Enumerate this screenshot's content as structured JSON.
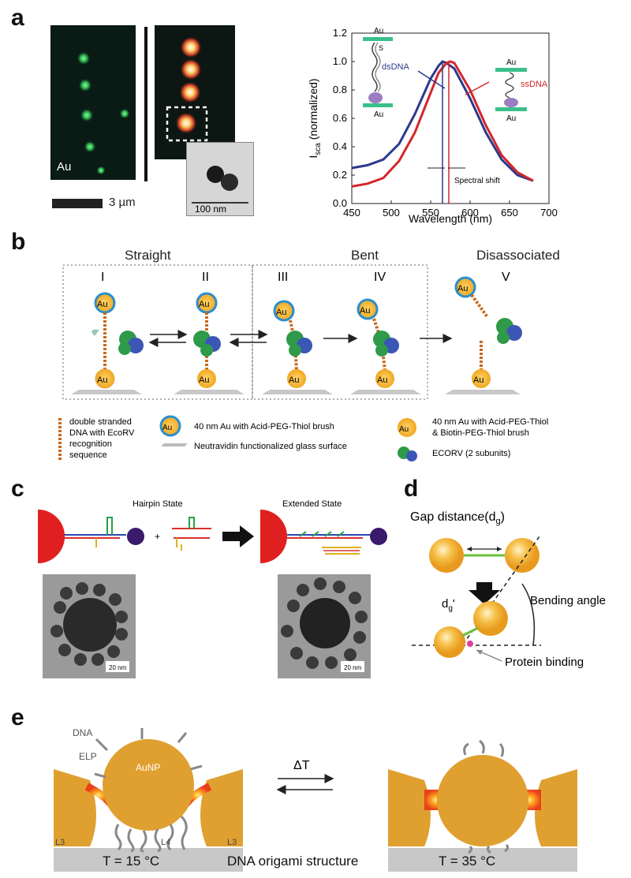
{
  "panel_letters": {
    "a": "a",
    "b": "b",
    "c": "c",
    "d": "d",
    "e": "e"
  },
  "panel_a": {
    "micrograph_label": "Au",
    "scale_bar_label": "3 µm",
    "inset_scale_label": "100 nm",
    "chart_data": {
      "type": "line",
      "xlabel": "Wavelength (nm)",
      "ylabel": "I",
      "ylabel_sub": "sca",
      "ylabel_suffix": " (normalized)",
      "xlim": [
        450,
        700
      ],
      "ylim": [
        0,
        1.2
      ],
      "xticks": [
        "450",
        "500",
        "550",
        "600",
        "650",
        "700"
      ],
      "yticks": [
        "0.0",
        "0.2",
        "0.4",
        "0.6",
        "0.8",
        "1.0",
        "1.2"
      ],
      "series": [
        {
          "name": "dsDNA",
          "color": "#2b3a8c",
          "x": [
            450,
            470,
            490,
            510,
            530,
            550,
            560,
            565,
            570,
            580,
            600,
            620,
            640,
            660,
            680
          ],
          "y": [
            0.25,
            0.27,
            0.31,
            0.42,
            0.63,
            0.88,
            0.97,
            1.0,
            0.99,
            0.95,
            0.74,
            0.5,
            0.31,
            0.2,
            0.16
          ]
        },
        {
          "name": "ssDNA",
          "color": "#d4262c",
          "x": [
            450,
            470,
            490,
            510,
            530,
            550,
            560,
            570,
            575,
            580,
            600,
            620,
            640,
            660,
            680
          ],
          "y": [
            0.12,
            0.14,
            0.18,
            0.3,
            0.5,
            0.78,
            0.92,
            0.99,
            1.0,
            0.99,
            0.8,
            0.55,
            0.34,
            0.22,
            0.16
          ]
        }
      ],
      "vlines": [
        {
          "x": 565,
          "color": "#2b3a8c"
        },
        {
          "x": 573,
          "color": "#d4262c"
        }
      ],
      "annotations": {
        "spectral_shift": "Spectral shift",
        "au": "Au",
        "s": "S"
      }
    }
  },
  "panel_b": {
    "stage_straight": "Straight",
    "stage_bent": "Bent",
    "stage_disassociated": "Disassociated",
    "numerals": [
      "I",
      "II",
      "III",
      "IV",
      "V"
    ],
    "au": "Au",
    "legend": {
      "dsdna": "double stranded DNA with EcoRV recognition sequence",
      "dsdna_lines": [
        "double stranded",
        "DNA with EcoRV",
        "recognition",
        "sequence"
      ],
      "au_acid": "40 nm Au with Acid-PEG-Thiol brush",
      "glass": "Neutravidin functionalized glass surface",
      "au_biotin_lines": [
        "40 nm Au with Acid-PEG-Thiol",
        "& Biotin-PEG-Thiol brush"
      ],
      "ecorv": "ECORV (2 subunits)"
    }
  },
  "panel_c": {
    "hairpin": "Hairpin State",
    "extended": "Extended State",
    "plus": "+",
    "scale": "20 nm"
  },
  "panel_d": {
    "gap_distance": "Gap distance(d",
    "gap_sub": "g",
    "gap_close": ")",
    "dg_prime": "d",
    "dg_prime_sub": "g",
    "dg_prime_mark": "'",
    "bending_angle": "Bending angle",
    "protein_binding": "Protein binding"
  },
  "panel_e": {
    "dna": "DNA",
    "elp": "ELP",
    "aunp": "AuNP",
    "l3": "L3",
    "l4": "L4",
    "t_left": "T = 15 °C",
    "t_right": "T = 35 °C",
    "delta_t": "ΔT",
    "origami": "DNA origami structure"
  }
}
